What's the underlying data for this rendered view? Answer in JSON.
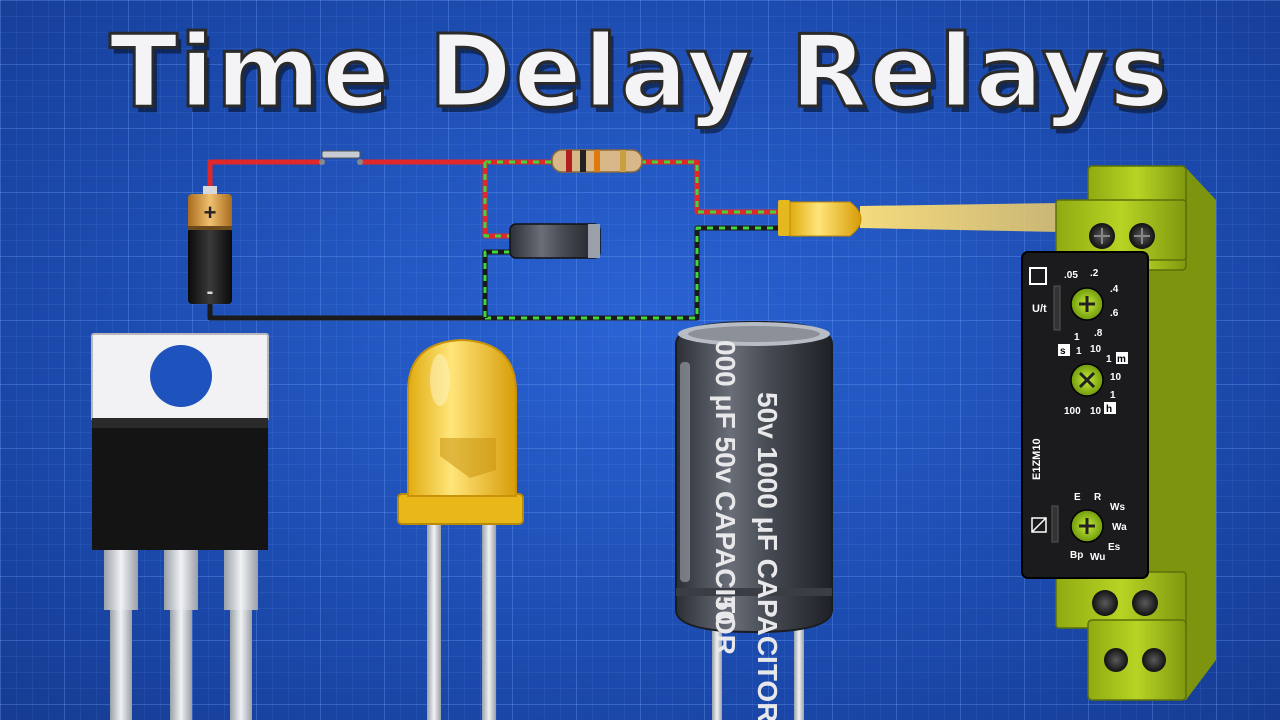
{
  "title": "Time Delay Relays",
  "colors": {
    "background": "#1e52bd",
    "wire_red": "#e0282b",
    "wire_black": "#1a1a1a",
    "wire_green": "#3fd63f",
    "relay_body": "#a8c41a",
    "led_yellow": "#f2c623"
  },
  "battery": {
    "plus": "+",
    "minus": "-"
  },
  "capacitor": {
    "text_line_1": "000 μF 50v CAPACITOR",
    "text_line_2": "50v 1000 μF CAPACITOR",
    "text_line_3": "50"
  },
  "relay": {
    "model": "E1ZM10",
    "dial_top": {
      "labels": [
        ".05",
        ".2",
        ".4",
        ".6",
        ".8",
        "1"
      ],
      "side": "U/t"
    },
    "dial_mid": {
      "labels": [
        "s",
        "1",
        "10",
        "1",
        "m",
        "10",
        "1",
        "100",
        "10",
        "h"
      ]
    },
    "dial_bottom": {
      "labels": [
        "E",
        "R",
        "Ws",
        "Wa",
        "Es",
        "Wu",
        "Bp"
      ]
    }
  }
}
